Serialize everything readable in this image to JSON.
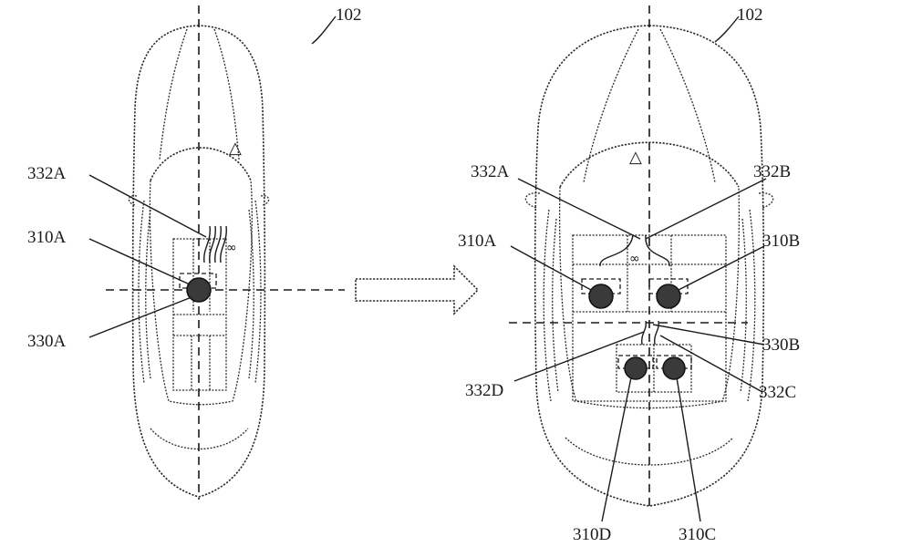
{
  "labels": {
    "left_vehicle": "102",
    "right_vehicle": "102",
    "left_332A": "332A",
    "left_310A": "310A",
    "left_330A": "330A",
    "right_332A": "332A",
    "right_332B": "332B",
    "right_310A": "310A",
    "right_310B": "310B",
    "right_330B": "330B",
    "right_332D": "332D",
    "right_332C": "332C",
    "right_310D": "310D",
    "right_310C": "310C"
  },
  "symbols": {
    "triangle": "△",
    "infinity": "∞"
  }
}
